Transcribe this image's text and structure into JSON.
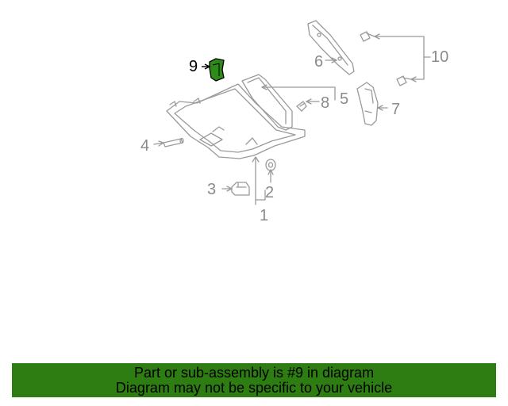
{
  "callouts": {
    "c1": "1",
    "c2": "2",
    "c3": "3",
    "c4": "4",
    "c5": "5",
    "c6": "6",
    "c7": "7",
    "c8": "8",
    "c9": "9",
    "c10": "10"
  },
  "highlighted_part": "9",
  "colors": {
    "line": "#9a9a9a",
    "highlight_fill": "#2e8b1a",
    "banner_bg": "#2e7d12",
    "banner_text": "#000000"
  },
  "banner": {
    "line1": "Part or sub-assembly is #9 in diagram",
    "line2": "Diagram may not be specific to your vehicle"
  }
}
